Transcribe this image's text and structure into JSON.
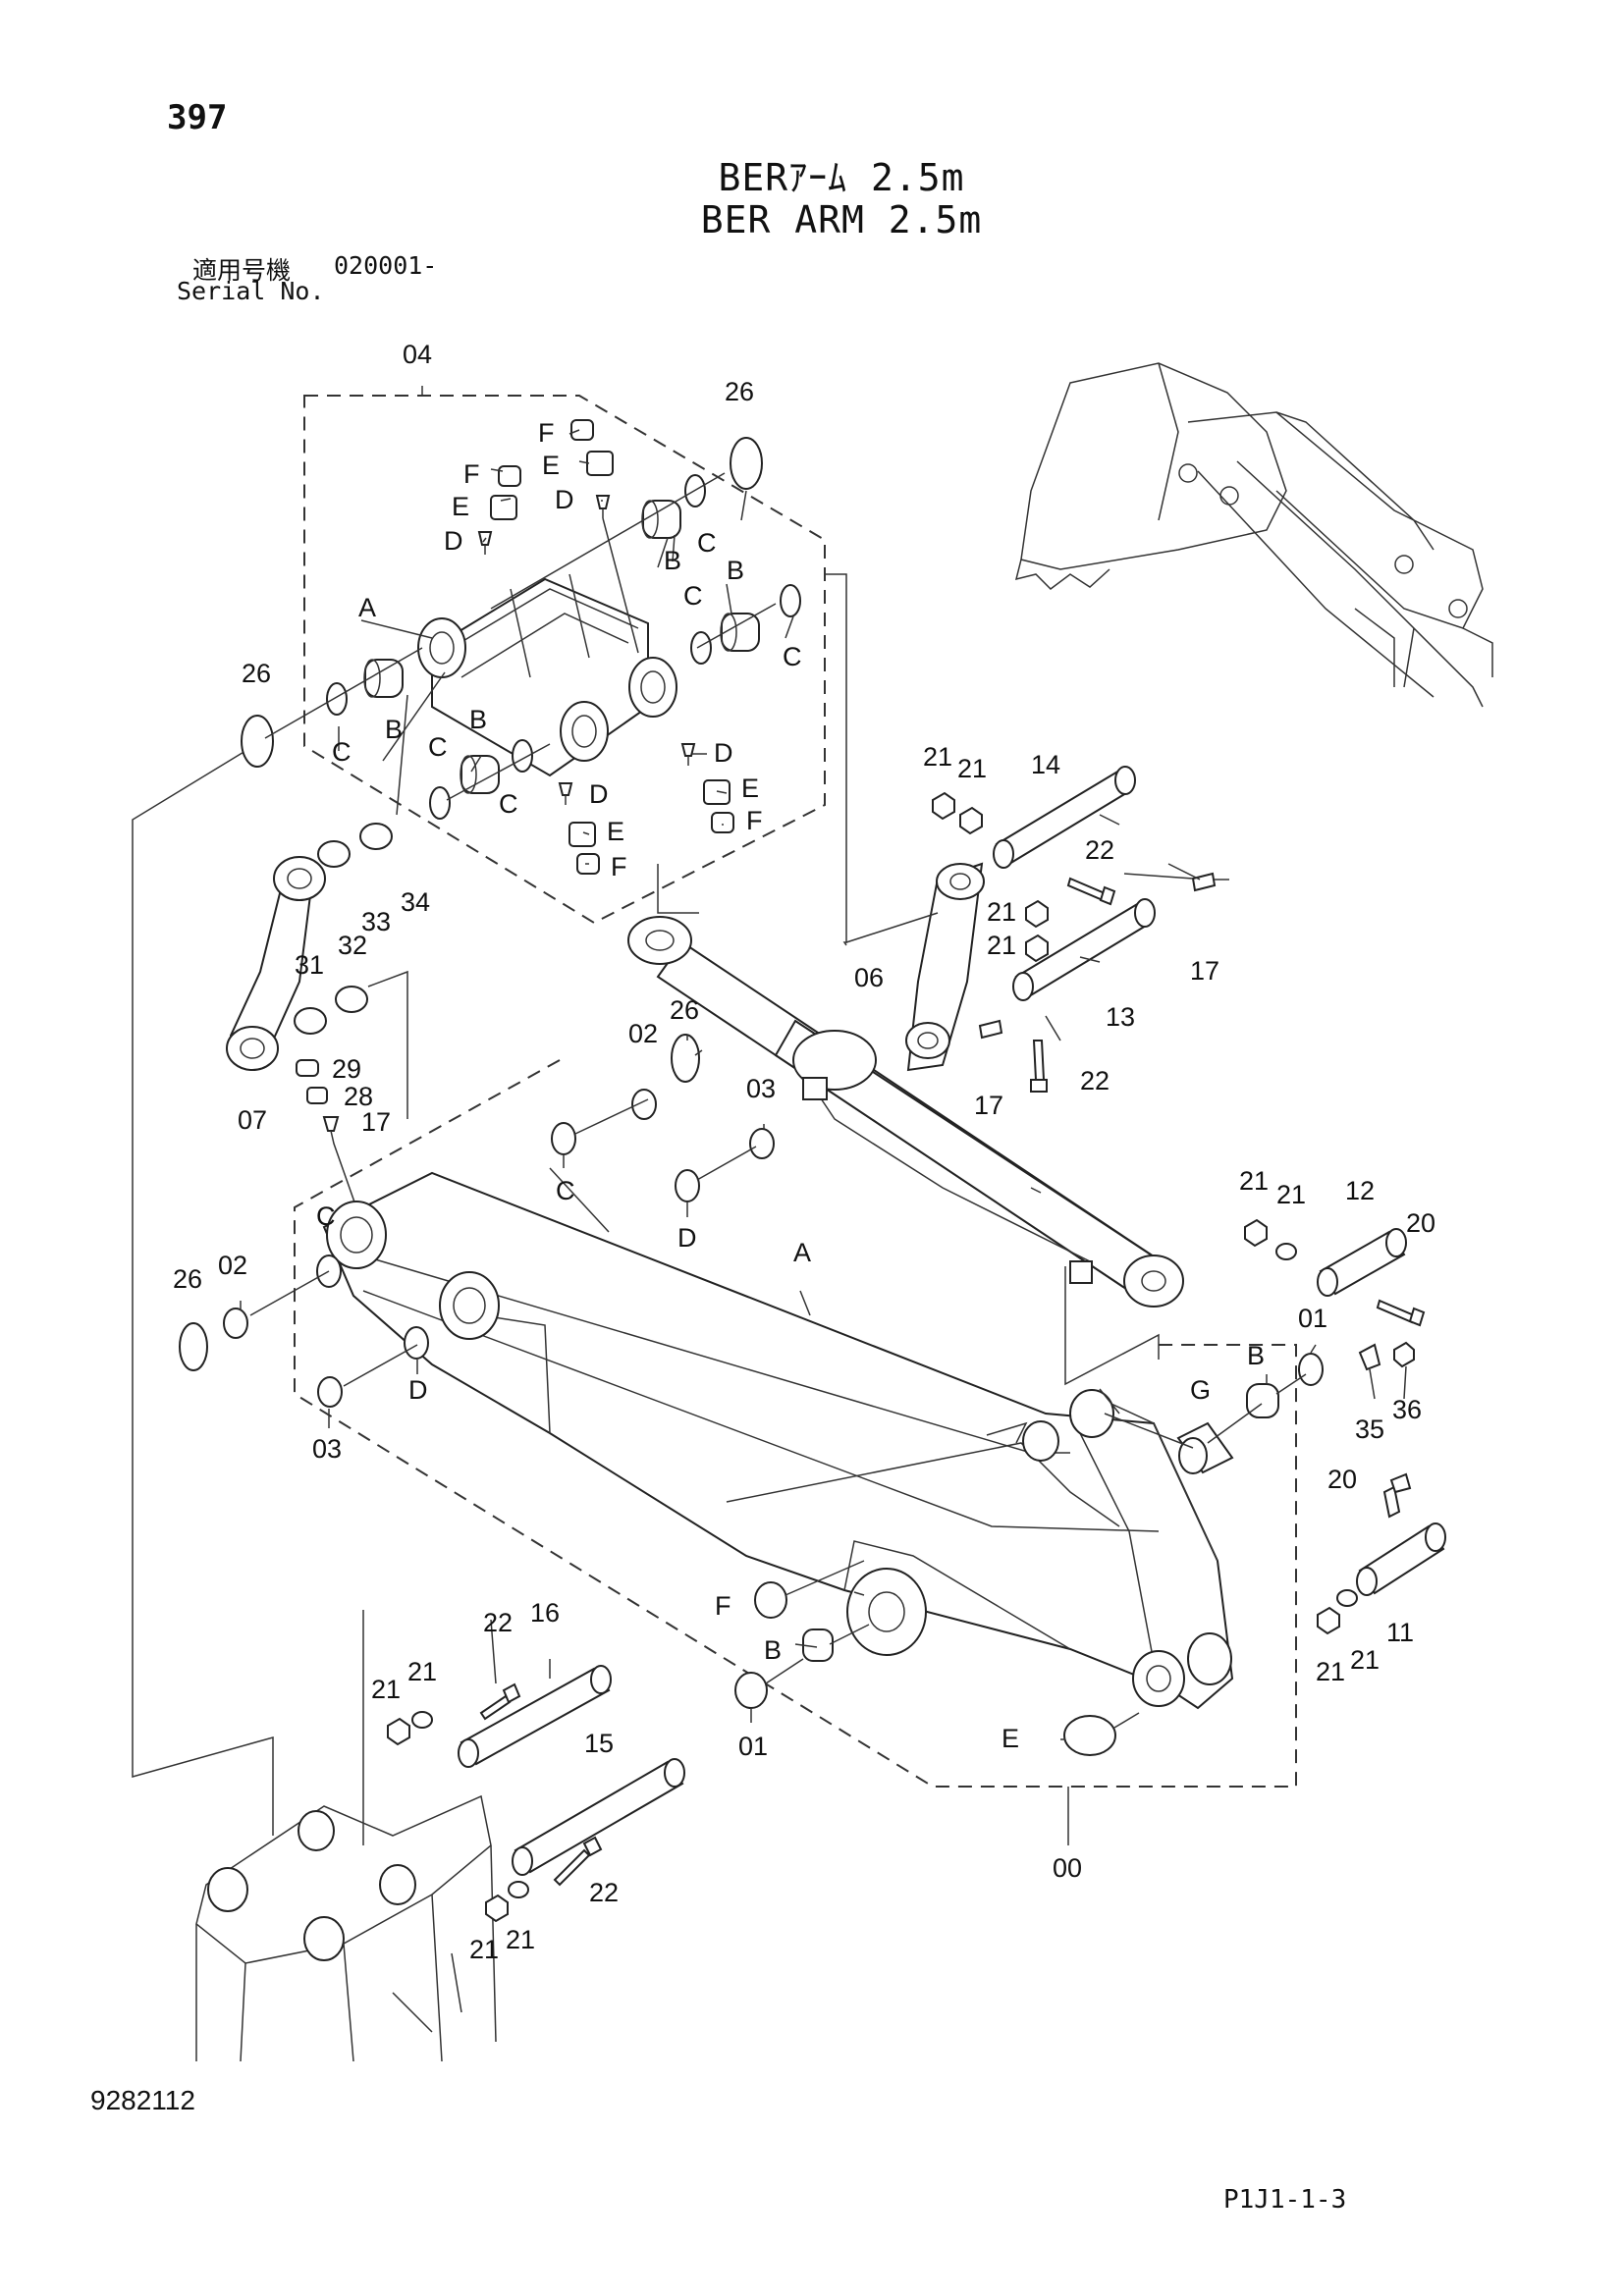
{
  "header": {
    "page_number": "397",
    "title_jp": "BERｱｰﾑ 2.5m",
    "title_en": "BER ARM 2.5m",
    "serial_label_jp": "適用号機",
    "serial_value": "020001-",
    "serial_label_en": "Serial No."
  },
  "footer": {
    "drawing_number": "9282112",
    "sheet_code": "P1J1-1-3"
  },
  "callouts": {
    "c00": "00",
    "c01": "01",
    "c02": "02",
    "c03": "03",
    "c04": "04",
    "c06": "06",
    "c07": "07",
    "c11": "11",
    "c12": "12",
    "c13": "13",
    "c14": "14",
    "c15": "15",
    "c16": "16",
    "c17": "17",
    "c20": "20",
    "c21": "21",
    "c22": "22",
    "c26": "26",
    "c28": "28",
    "c29": "29",
    "c31": "31",
    "c32": "32",
    "c33": "33",
    "c34": "34",
    "c35": "35",
    "c36": "36",
    "A": "A",
    "B": "B",
    "C": "C",
    "D": "D",
    "E": "E",
    "F": "F",
    "G": "G"
  }
}
